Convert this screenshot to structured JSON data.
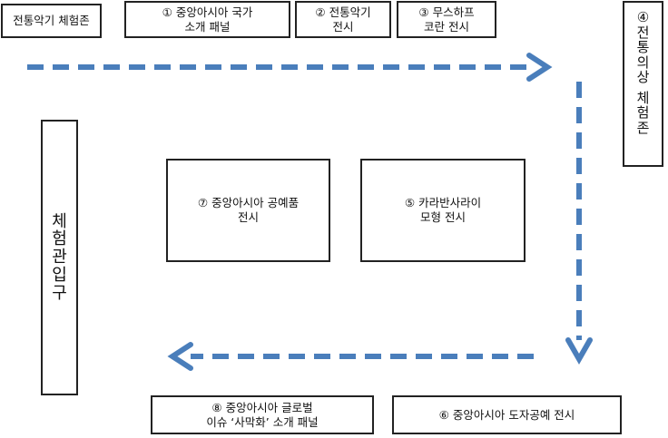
{
  "diagram": {
    "arrow_color": "#4a7ebb",
    "stations": {
      "traditional_music_experience": {
        "label": "전통악기 체험존"
      },
      "central_asia_national_panel": {
        "line1": "① 중앙아시아 국가",
        "line2": "소개 패널"
      },
      "traditional_instruments_display": {
        "line1": "② 전통악기",
        "line2": "전시"
      },
      "musical_harp_koran": {
        "line1": "③ 무스하프",
        "line2": "코란 전시"
      },
      "traditional_costume_experience": {
        "number": "④",
        "vertical_text": [
          "전",
          "통",
          "의",
          "상",
          "체",
          "험",
          "존"
        ]
      },
      "karabansarai_model": {
        "line1": "⑤ 카라반사라이",
        "line2": "모형 전시"
      },
      "ceramic_craft_display": {
        "label": "⑥ 중앙아시아 도자공예 전시"
      },
      "craft_works_display": {
        "line1": "⑦ 중앙아시아 공예품",
        "line2": "전시"
      },
      "global_issue_panel": {
        "line1": "⑧ 중앙아시아 글로벌",
        "line2": "이슈 ‘사막화’ 소개 패널"
      },
      "hall_entrance": {
        "vertical_text": [
          "체",
          "험",
          "관",
          "입",
          "구"
        ]
      }
    }
  }
}
